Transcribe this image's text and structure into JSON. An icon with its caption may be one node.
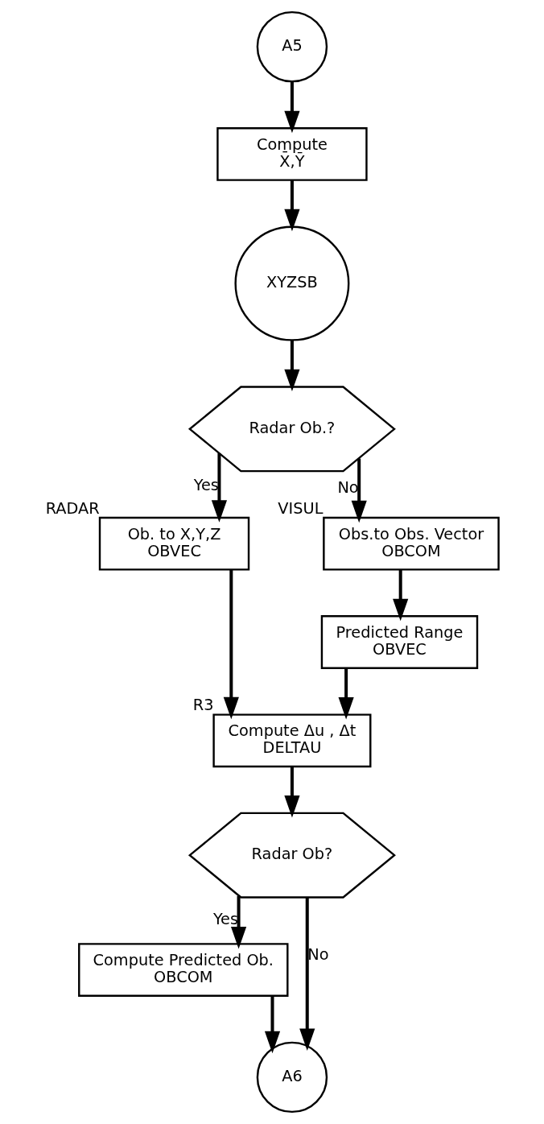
{
  "diagram": {
    "nodes": [
      {
        "text": [
          "A5"
        ]
      },
      {
        "text": [
          "Compute",
          "X̄,Ȳ"
        ]
      },
      {
        "text": [
          "XYZSB"
        ]
      },
      {
        "text": [
          "Radar Ob.?"
        ]
      },
      {
        "text": [
          "Ob. to X,Y,Z",
          "OBVEC"
        ],
        "beside": [
          "RADAR"
        ]
      },
      {
        "text": [
          "Obs.to Obs. Vector",
          "OBCOM"
        ],
        "beside": [
          "VISUL"
        ]
      },
      {
        "text": [
          "Predicted Range",
          "OBVEC"
        ]
      },
      {
        "text": [
          "Compute Δu , Δt",
          "DELTAU"
        ],
        "beside": [
          "R3"
        ]
      },
      {
        "text": [
          "Radar Ob?"
        ]
      },
      {
        "text": [
          "Compute Predicted Ob.",
          "OBCOM"
        ]
      },
      {
        "text": [
          "A6"
        ]
      }
    ],
    "edges": [
      {
        "from": 0,
        "to": 1,
        "arrow": "to"
      },
      {
        "from": 1,
        "to": 2,
        "arrow": "to"
      },
      {
        "from": 2,
        "to": 3,
        "arrow": "to"
      },
      {
        "from": 3,
        "to": 4,
        "label": "Yes",
        "arrow": "to"
      },
      {
        "from": 3,
        "to": 5,
        "label": "No",
        "arrow": "to"
      },
      {
        "from": 5,
        "to": 6,
        "arrow": "to"
      },
      {
        "from": 4,
        "to": 7,
        "arrow": "to"
      },
      {
        "from": 6,
        "to": 7,
        "arrow": "to"
      },
      {
        "from": 7,
        "to": 8,
        "arrow": "to"
      },
      {
        "from": 8,
        "to": 9,
        "label": "Yes",
        "arrow": "to"
      },
      {
        "from": 8,
        "to": 10,
        "label": "No",
        "arrow": "to"
      },
      {
        "from": 9,
        "to": 10,
        "arrow": "to"
      }
    ]
  }
}
